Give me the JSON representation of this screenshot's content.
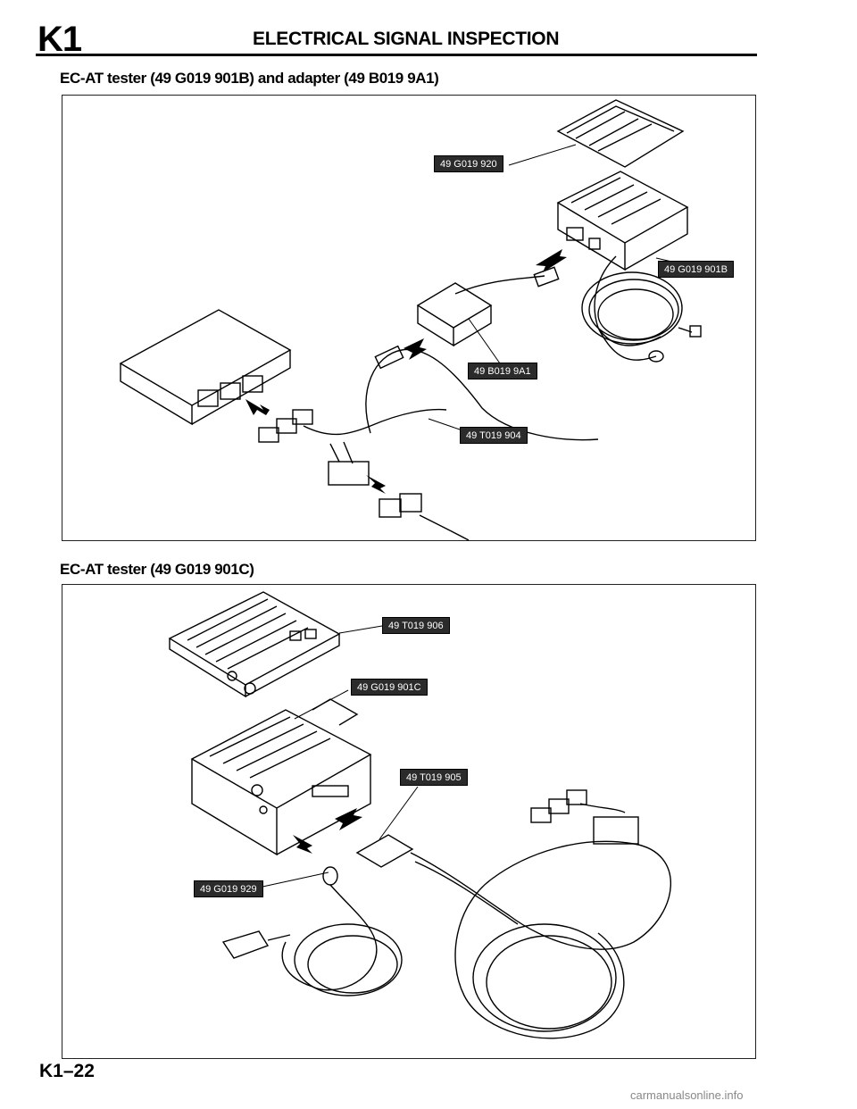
{
  "header": {
    "section_tag": "K1",
    "title": "ELECTRICAL SIGNAL INSPECTION"
  },
  "figure1": {
    "caption": "EC-AT tester (49 G019 901B) and adapter (49 B019 9A1)",
    "labels": [
      "49 G019 920",
      "49 G019 901B",
      "49 B019 9A1",
      "49 T019 904"
    ]
  },
  "figure2": {
    "caption": "EC-AT tester (49 G019 901C)",
    "labels": [
      "49 T019 906",
      "49 G019 901C",
      "49 T019 905",
      "49 G019 929"
    ]
  },
  "footer": {
    "page_number": "K1–22",
    "watermark": "carmanualsonline.info"
  }
}
